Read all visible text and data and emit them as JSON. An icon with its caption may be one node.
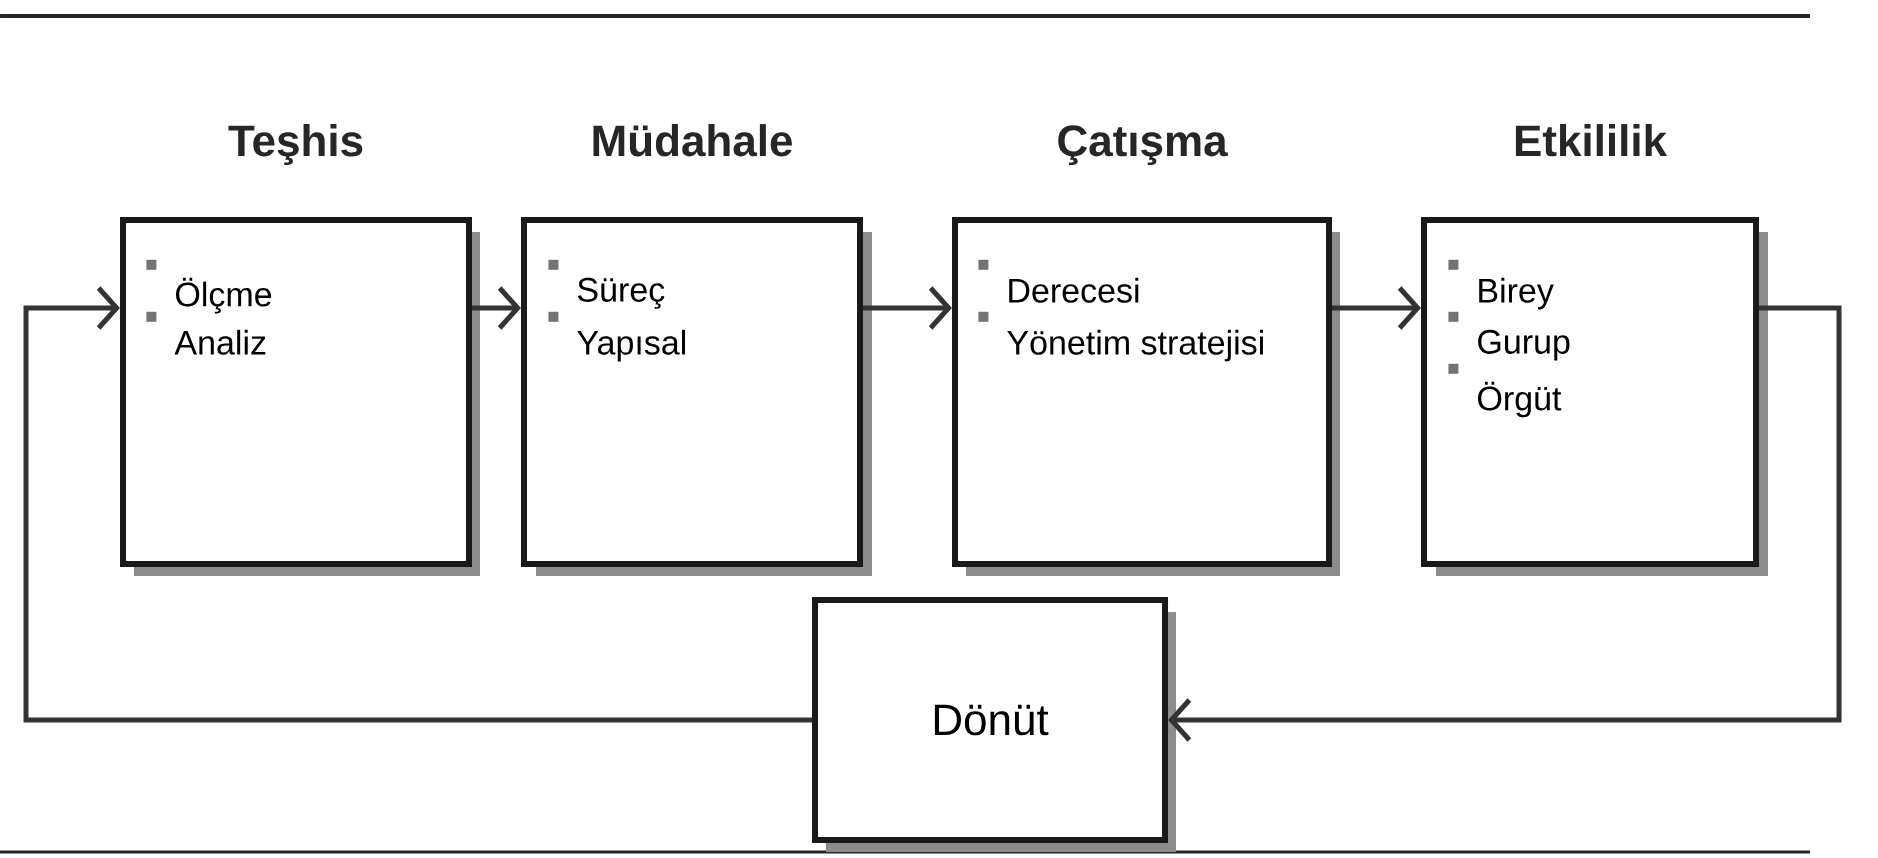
{
  "diagram": {
    "nodes": [
      {
        "text": [
          "Teşhis",
          "Ölçme",
          "Analiz"
        ]
      },
      {
        "text": [
          "Müdahale",
          "Süreç",
          "Yapısal"
        ]
      },
      {
        "text": [
          "Çatışma",
          "Derecesi",
          "Yönetim stratejisi"
        ]
      },
      {
        "text": [
          "Etkililik",
          "Birey",
          "Gurup",
          "Örgüt"
        ]
      },
      {
        "text": [
          "Dönüt"
        ]
      }
    ],
    "edges": [
      {
        "from": 0,
        "to": 1,
        "arrow": "to"
      },
      {
        "from": 1,
        "to": 2,
        "arrow": "to"
      },
      {
        "from": 2,
        "to": 3,
        "arrow": "to"
      },
      {
        "from": 3,
        "to": 4,
        "arrow": "to"
      },
      {
        "from": 4,
        "to": 0,
        "arrow": "to"
      }
    ]
  }
}
